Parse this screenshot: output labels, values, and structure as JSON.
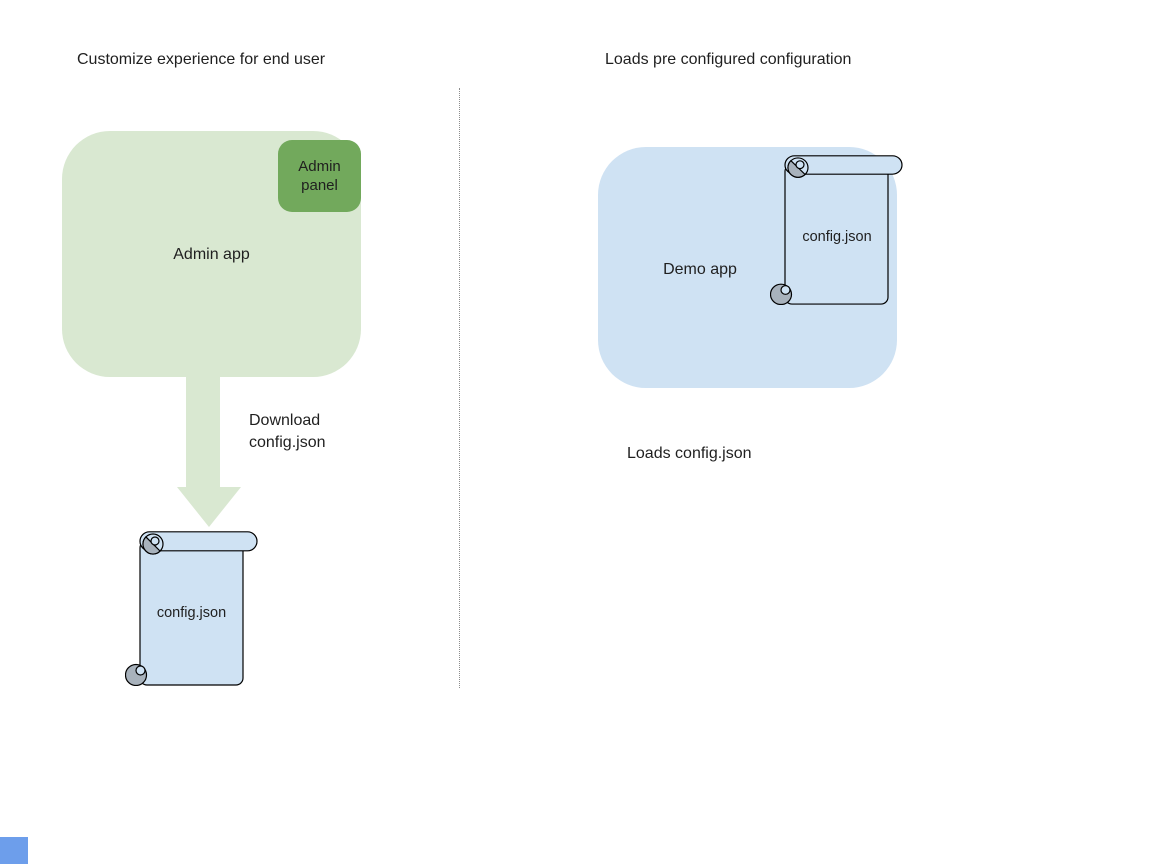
{
  "left": {
    "title": "Customize experience for end user",
    "admin_app_label": "Admin app",
    "admin_panel_label": "Admin panel",
    "arrow_label": "Download\nconfig.json",
    "scroll_label": "config.json"
  },
  "right": {
    "title": "Loads pre configured configuration",
    "demo_app_label": "Demo app",
    "scroll_label": "config.json",
    "caption": "Loads config.json"
  },
  "shapes": {
    "left_scroll": "scroll-icon",
    "right_scroll": "scroll-icon",
    "arrow": "down-arrow-icon",
    "divider": "dotted-vertical-divider",
    "corner_square": "blue-square"
  },
  "colors": {
    "admin_app_fill": "#d9e8d1",
    "admin_panel_fill": "#72a95c",
    "arrow_fill": "#d9e8d1",
    "demo_app_fill": "#cfe2f3",
    "scroll_fill": "#cfe2f3",
    "curl_shading": "#a8b2bc",
    "shape_outline": "#000000",
    "divider_color": "#8c8c8c",
    "text_color": "#1f1f1f",
    "corner_square_fill": "#6d9eeb"
  }
}
